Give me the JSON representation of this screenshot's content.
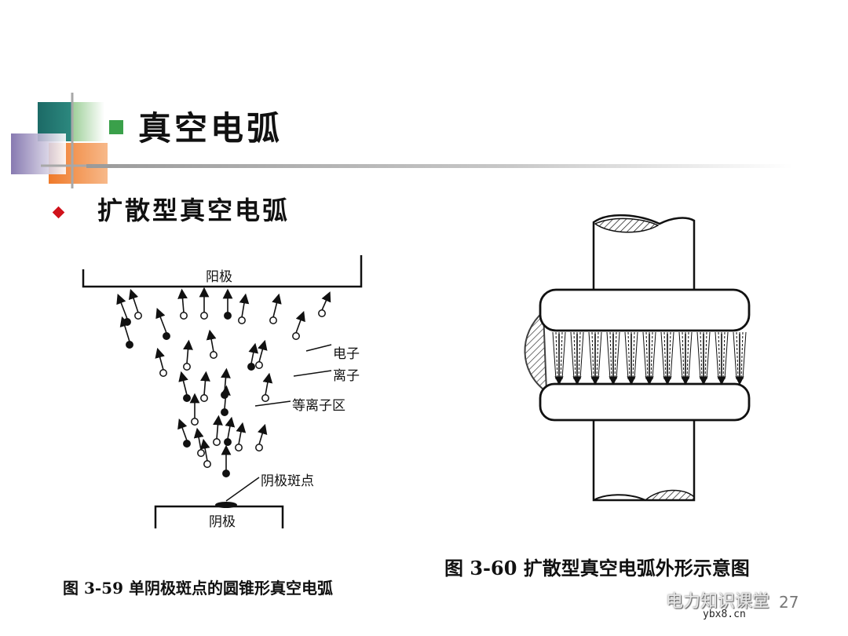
{
  "slide": {
    "title": "真空电弧",
    "subtitle": "扩散型真空电弧",
    "page_number": "27"
  },
  "figure_left": {
    "anode_label": "阳极",
    "cathode_label": "阴极",
    "electron_label": "电子",
    "ion_label": "离子",
    "plasma_label": "等离子区",
    "cathode_spot_label": "阴极斑点",
    "caption": "图 3-59   单阴极斑点的圆锥形真空电弧"
  },
  "figure_right": {
    "caption": "图 3-60   扩散型真空电弧外形示意图"
  },
  "watermark": {
    "channel": "电力知识课堂",
    "site": "ybx8.cn"
  },
  "colors": {
    "title_bullet": "#3aa04a",
    "list_bullet": "#d0121b",
    "deco_teal": "#1f6f6a",
    "deco_orange": "#f08a3c",
    "deco_purple": "#8c7fb0"
  }
}
